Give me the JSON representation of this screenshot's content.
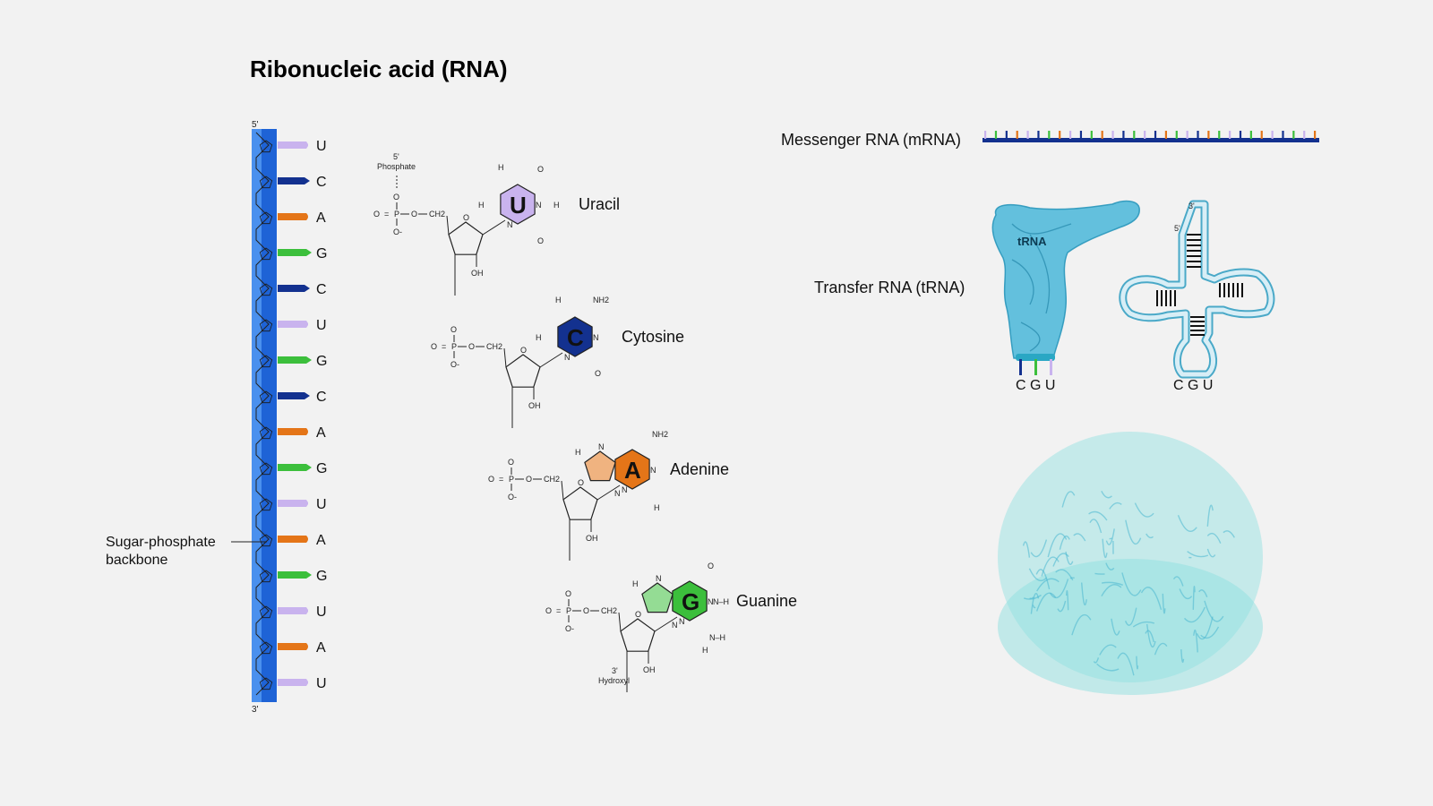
{
  "title": "Ribonucleic acid (RNA)",
  "colors": {
    "U": "#c9b3ee",
    "C": "#13318f",
    "A": "#e47518",
    "G": "#3cbf3c",
    "backbone_dark": "#1e63d6",
    "backbone_light": "#4a90ee",
    "trna": "#4ab7d9",
    "ribosome": "#8fe0e0"
  },
  "strand": {
    "five_prime": "5'",
    "three_prime": "3'",
    "bases": [
      "U",
      "C",
      "A",
      "G",
      "C",
      "U",
      "G",
      "C",
      "A",
      "G",
      "U",
      "A",
      "G",
      "U",
      "A",
      "U"
    ]
  },
  "backbone_label": {
    "line1": "Sugar-phosphate",
    "line2": "backbone"
  },
  "structure": {
    "top_note_line1": "5'",
    "top_note_line2": "Phosphate",
    "bottom_note_line1": "3'",
    "bottom_note_line2": "Hydroxyl",
    "oh": "OH",
    "ring_o": "O",
    "phosphate_o_top": "O",
    "phosphate_o_left": "O",
    "phosphate_p": "P",
    "phosphate_o_right": "O",
    "phosphate_o_minus": "O-",
    "ch2": "CH2",
    "h": "H",
    "n": "N",
    "nh2": "NH2",
    "n_h": "N–H",
    "uracil_letter": "U",
    "cytosine_letter": "C",
    "adenine_letter": "A",
    "guanine_letter": "G",
    "uracil_name": "Uracil",
    "cytosine_name": "Cytosine",
    "adenine_name": "Adenine",
    "guanine_name": "Guanine"
  },
  "mrna": {
    "label": "Messenger RNA (mRNA)",
    "ticks": [
      "U",
      "G",
      "C",
      "A",
      "U",
      "C",
      "G",
      "A",
      "U",
      "C",
      "G",
      "A",
      "U",
      "C",
      "G",
      "U",
      "C",
      "A",
      "G",
      "U",
      "C",
      "A",
      "G",
      "U",
      "C",
      "G",
      "A",
      "U",
      "C",
      "G",
      "U",
      "A"
    ]
  },
  "trna": {
    "label": "Transfer RNA (tRNA)",
    "model_label": "tRNA",
    "five_prime": "5'",
    "three_prime": "3'",
    "anticodon": [
      "C",
      "G",
      "U"
    ],
    "anticodon_text": "C G U"
  }
}
